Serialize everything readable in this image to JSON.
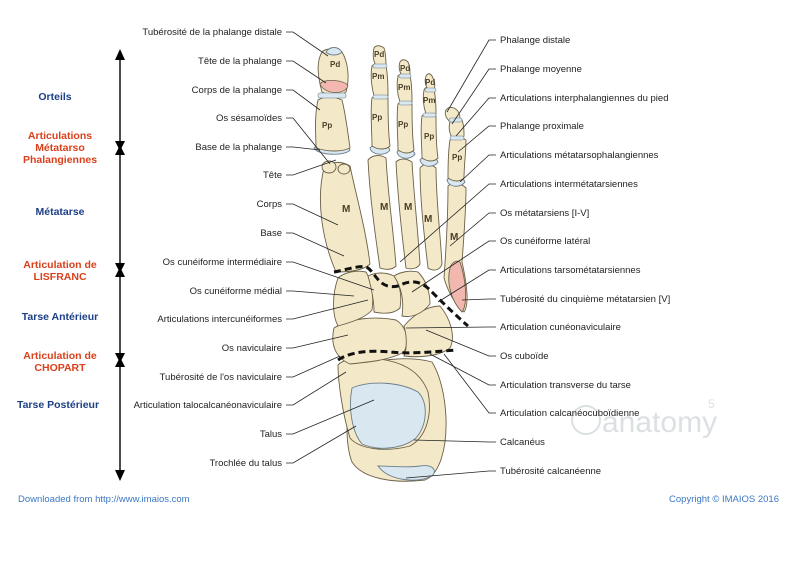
{
  "colors": {
    "region_blue": "#1c3f86",
    "region_red": "#d9401b",
    "footer_blue": "#3a78c3",
    "bone": "#f3e9c8",
    "cartilage": "#d9e7f0"
  },
  "regions": [
    {
      "text": "Orteils",
      "color": "blue"
    },
    {
      "text": "Articulations",
      "color": "red"
    },
    {
      "text": "Métatarso",
      "color": "red"
    },
    {
      "text": "Phalangiennes",
      "color": "red"
    },
    {
      "text": "Métatarse",
      "color": "blue"
    },
    {
      "text": "Articulation de",
      "color": "red"
    },
    {
      "text": "LISFRANC",
      "color": "red"
    },
    {
      "text": "Tarse Antérieur",
      "color": "blue"
    },
    {
      "text": "Articulation de",
      "color": "red"
    },
    {
      "text": "CHOPART",
      "color": "red"
    },
    {
      "text": "Tarse Postérieur",
      "color": "blue"
    }
  ],
  "left_labels": [
    "Tubérosité de la phalange distale",
    "Tête de la phalange",
    "Corps de la phalange",
    "Os sésamoïdes",
    "Base de la phalange",
    "Tête",
    "Corps",
    "Base",
    "Os cunéiforme intermédiaire",
    "Os cunéiforme médial",
    "Articulations intercunéiformes",
    "Os naviculaire",
    "Tubérosité de l'os naviculaire",
    "Articulation talocalcanéonaviculaire",
    "Talus",
    "Trochlée du talus"
  ],
  "right_labels": [
    "Phalange distale",
    "Phalange moyenne",
    "Articulations interphalangiennes du pied",
    "Phalange proximale",
    "Articulations métatarsophalangiennes",
    "Articulations intermétatarsiennes",
    "Os métatarsiens [I-V]",
    "Os cunéiforme latéral",
    "Articulations tarsométatarsiennes",
    "Tubérosité du cinquième métatarsien [V]",
    "Articulation cunéonaviculaire",
    "Os cuboïde",
    "Articulation transverse du tarse",
    "Articulation calcanéocuboïdienne",
    "Calcanéus",
    "Tubérosité calcanéenne"
  ],
  "bone_letters": {
    "pd": "Pd",
    "pm": "Pm",
    "pp": "Pp",
    "m": "M"
  },
  "watermark": {
    "text": "anatomy",
    "superscript": "5"
  },
  "footer": {
    "left": "Downloaded from http://www.imaios.com",
    "right": "Copyright © IMAIOS 2016"
  }
}
